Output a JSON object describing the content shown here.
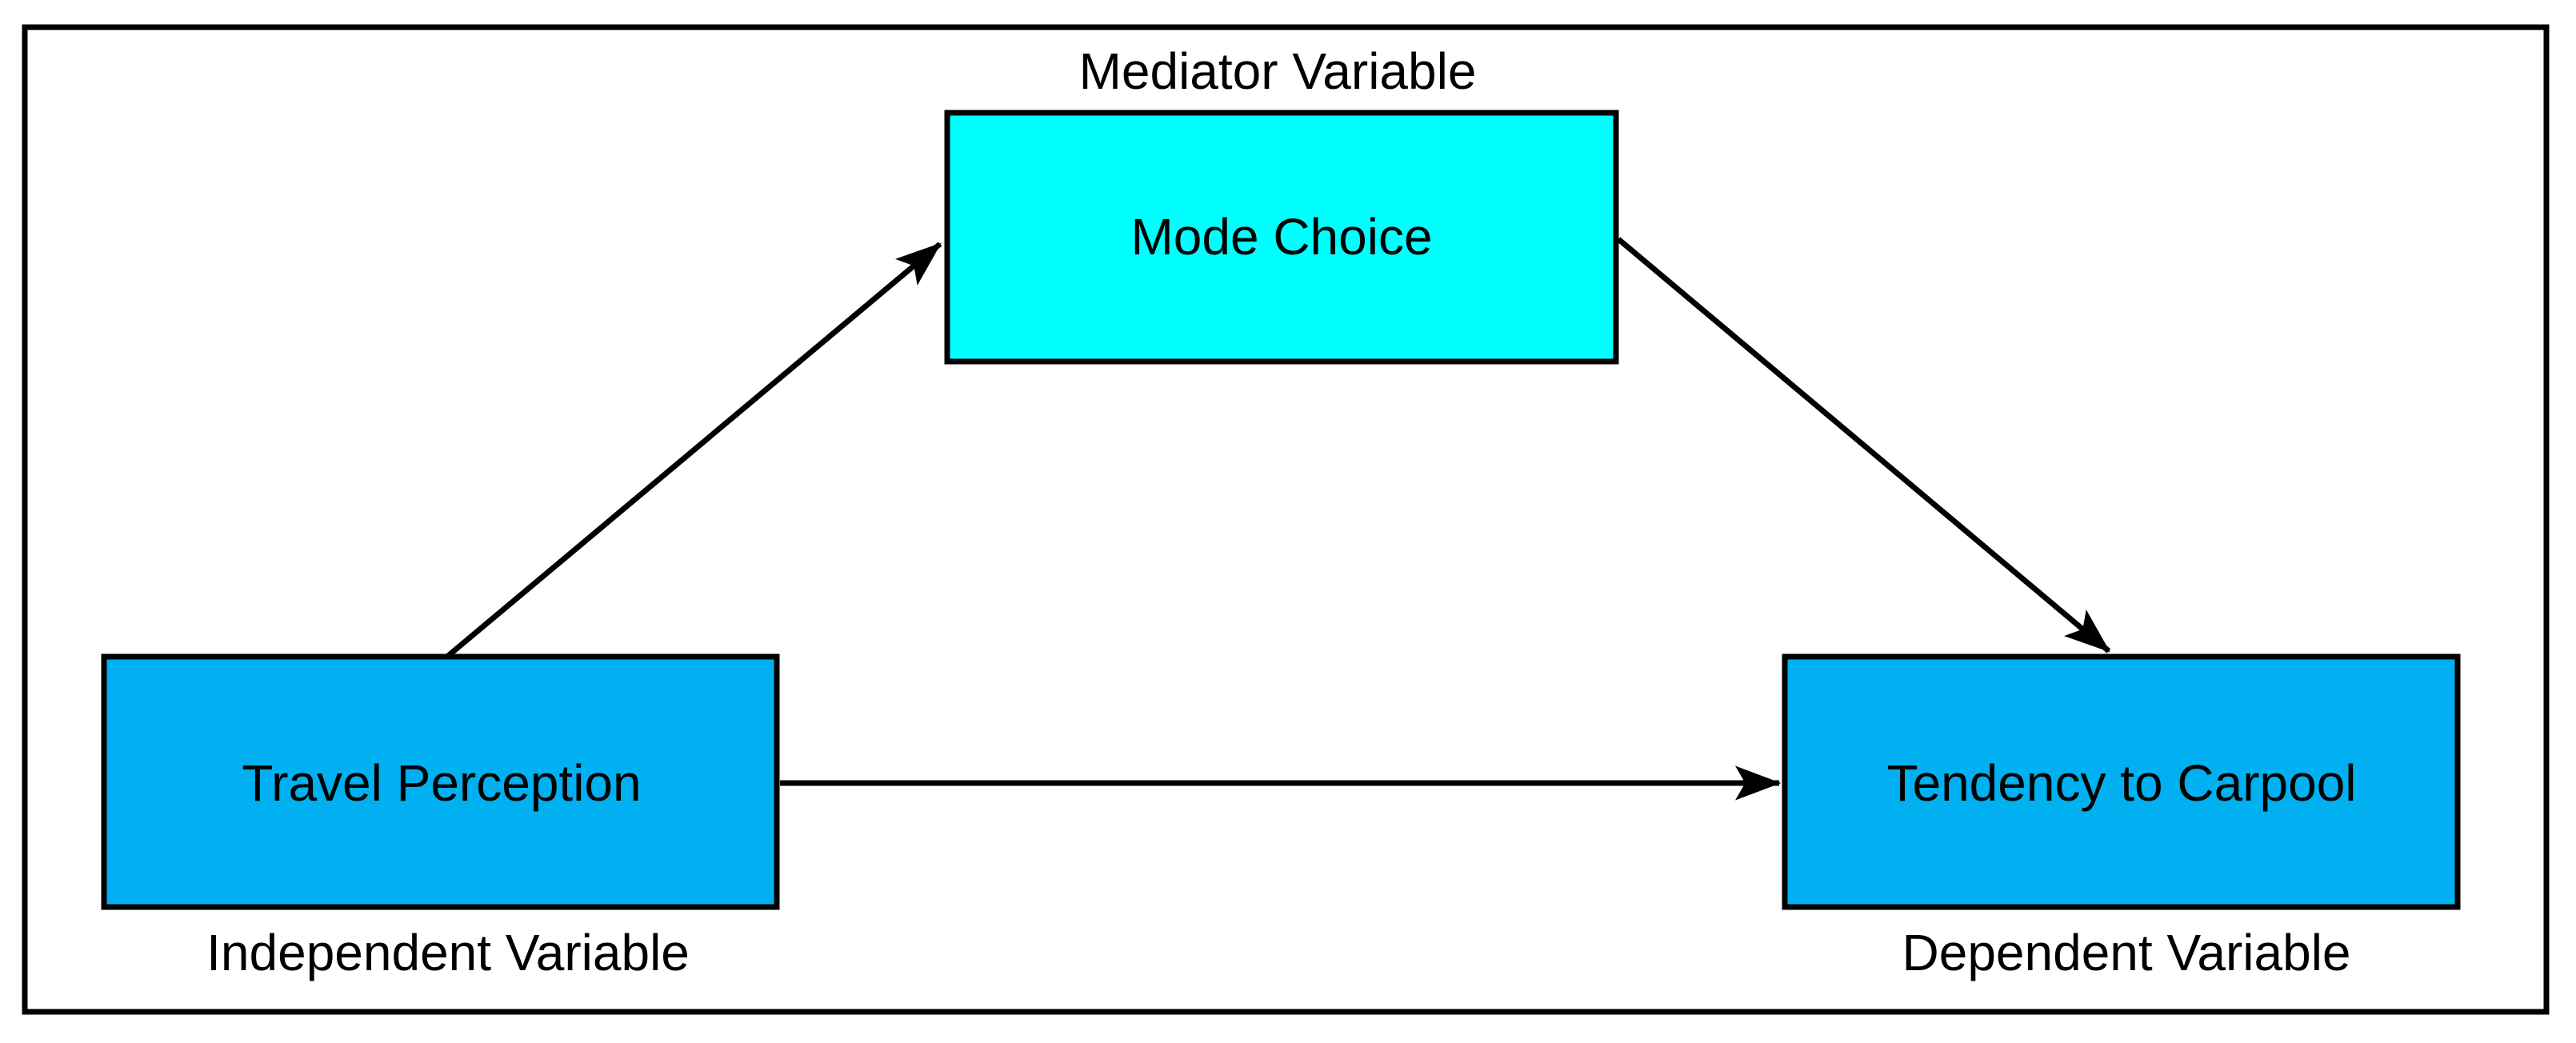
{
  "colors": {
    "independent_fill": "#00B0F0",
    "mediator_fill": "#00FFFF",
    "dependent_fill": "#00B0F0",
    "stroke": "#000000",
    "background": "#FFFFFF"
  },
  "nodes": {
    "independent": {
      "label": "Travel Perception",
      "role": "Independent Variable"
    },
    "mediator": {
      "label": "Mode Choice",
      "role": "Mediator Variable"
    },
    "dependent": {
      "label": "Tendency to Carpool",
      "role": "Dependent Variable"
    }
  },
  "edges": [
    {
      "from": "Travel Perception",
      "to": "Mode Choice"
    },
    {
      "from": "Mode Choice",
      "to": "Tendency to Carpool"
    },
    {
      "from": "Travel Perception",
      "to": "Tendency to Carpool"
    }
  ]
}
